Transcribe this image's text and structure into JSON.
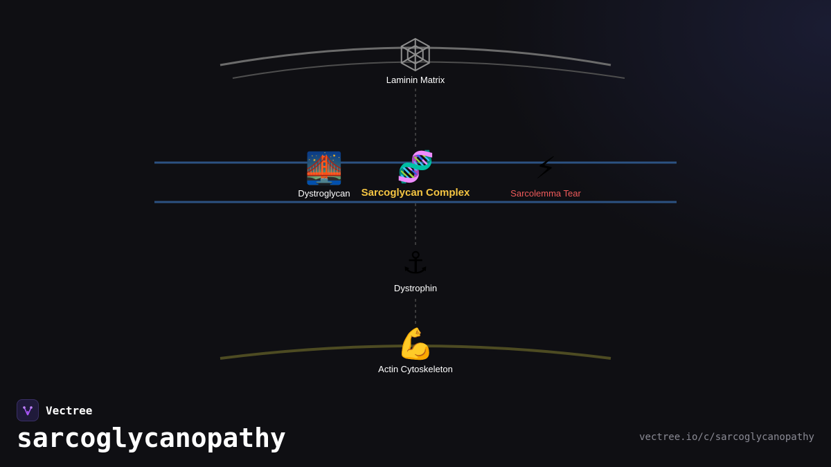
{
  "diagram": {
    "nodes": {
      "laminin": {
        "label": "Laminin Matrix",
        "icon": "spider-web-icon",
        "glyph": "🕸️"
      },
      "dystroglycan": {
        "label": "Dystroglycan",
        "icon": "bridge-at-night-icon",
        "glyph": "🌉"
      },
      "sarcoglycan": {
        "label": "Sarcoglycan Complex",
        "icon": "dna-icon",
        "glyph": "🧬"
      },
      "tear": {
        "label": "Sarcolemma Tear",
        "icon": "lightning-icon",
        "glyph": "⚡"
      },
      "dystrophin": {
        "label": "Dystrophin",
        "icon": "anchor-icon",
        "glyph": "⚓"
      },
      "actin": {
        "label": "Actin Cytoskeleton",
        "icon": "flexed-biceps-icon",
        "glyph": "💪"
      }
    },
    "colors": {
      "membrane": "#2c5282",
      "laminin_arc": "#6b6b6b",
      "actin_arc": "#4d4b22",
      "connector": "#4a4a4a",
      "hub_label": "#f5c542",
      "danger_label": "#ef5a5a"
    }
  },
  "footer": {
    "brand": "Vectree",
    "brand_icon": "vectree-logo-icon",
    "title": "sarcoglycanopathy",
    "url": "vectree.io/c/sarcoglycanopathy"
  }
}
